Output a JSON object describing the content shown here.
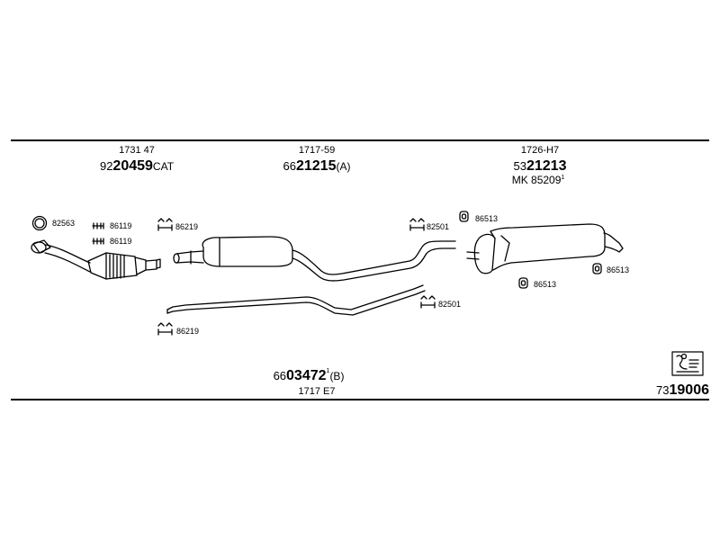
{
  "top_sections": [
    {
      "code": "1731 47",
      "prefix": "92",
      "bold": "20459",
      "suffix": "CAT",
      "sup": ""
    },
    {
      "code": "1717-59",
      "prefix": "66",
      "bold": "21215",
      "suffix": "(A)",
      "sup": ""
    },
    {
      "code": "1726-H7",
      "prefix": "53",
      "bold": "21213",
      "suffix": "",
      "sup": ""
    }
  ],
  "mk_label": "MK 85209",
  "mk_sup": "1",
  "bottom_section": {
    "prefix": "66",
    "bold": "03472",
    "sup": "1",
    "suffix": "(B)",
    "code": "1717 E7"
  },
  "parts": {
    "p82563": "82563",
    "p86119a": "86119",
    "p86119b": "86119",
    "p86219a": "86219",
    "p86219b": "86219",
    "p82501a": "82501",
    "p82501b": "82501",
    "p86513a": "86513",
    "p86513b": "86513",
    "p86513c": "86513"
  },
  "diagram_number": {
    "prefix": "73",
    "bold": "19006"
  },
  "icons": [
    "ring-clamp-icon",
    "clamp-icon",
    "hanger-icon",
    "rubber-mount-icon",
    "catalog-book-icon"
  ]
}
